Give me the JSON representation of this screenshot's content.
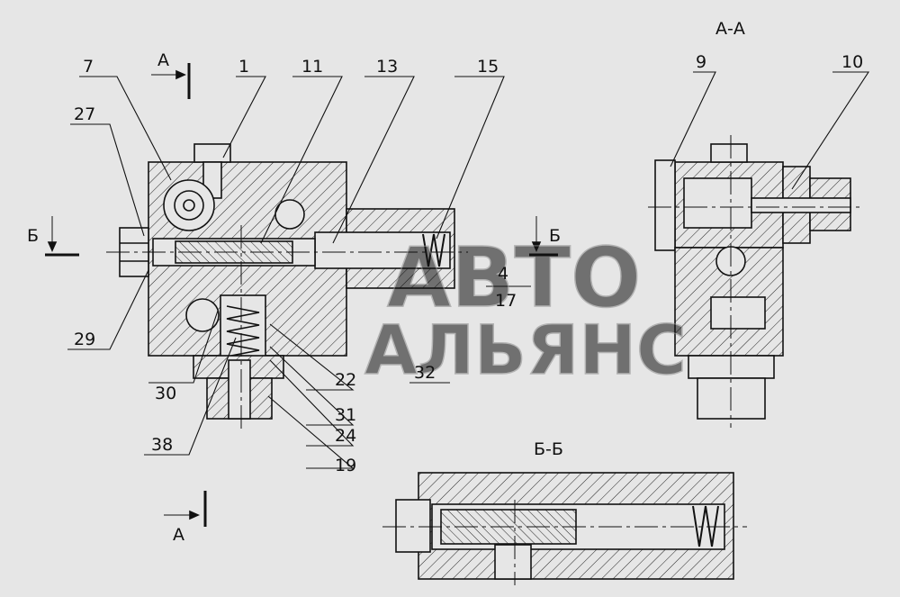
{
  "drawing": {
    "section_aa_title": "А-А",
    "section_bb_title": "Б-Б",
    "cut_marks": {
      "a": "А",
      "b": "Б"
    },
    "callouts": [
      "7",
      "1",
      "11",
      "13",
      "15",
      "27",
      "29",
      "4",
      "17",
      "30",
      "22",
      "32",
      "31",
      "24",
      "38",
      "19",
      "9",
      "10"
    ]
  },
  "watermark": {
    "line1": "АВТО",
    "line2": "АЛЬЯНС"
  },
  "colors": {
    "background": "#e6e6e6",
    "ink": "#111111",
    "watermark": "#bdbdbd"
  }
}
